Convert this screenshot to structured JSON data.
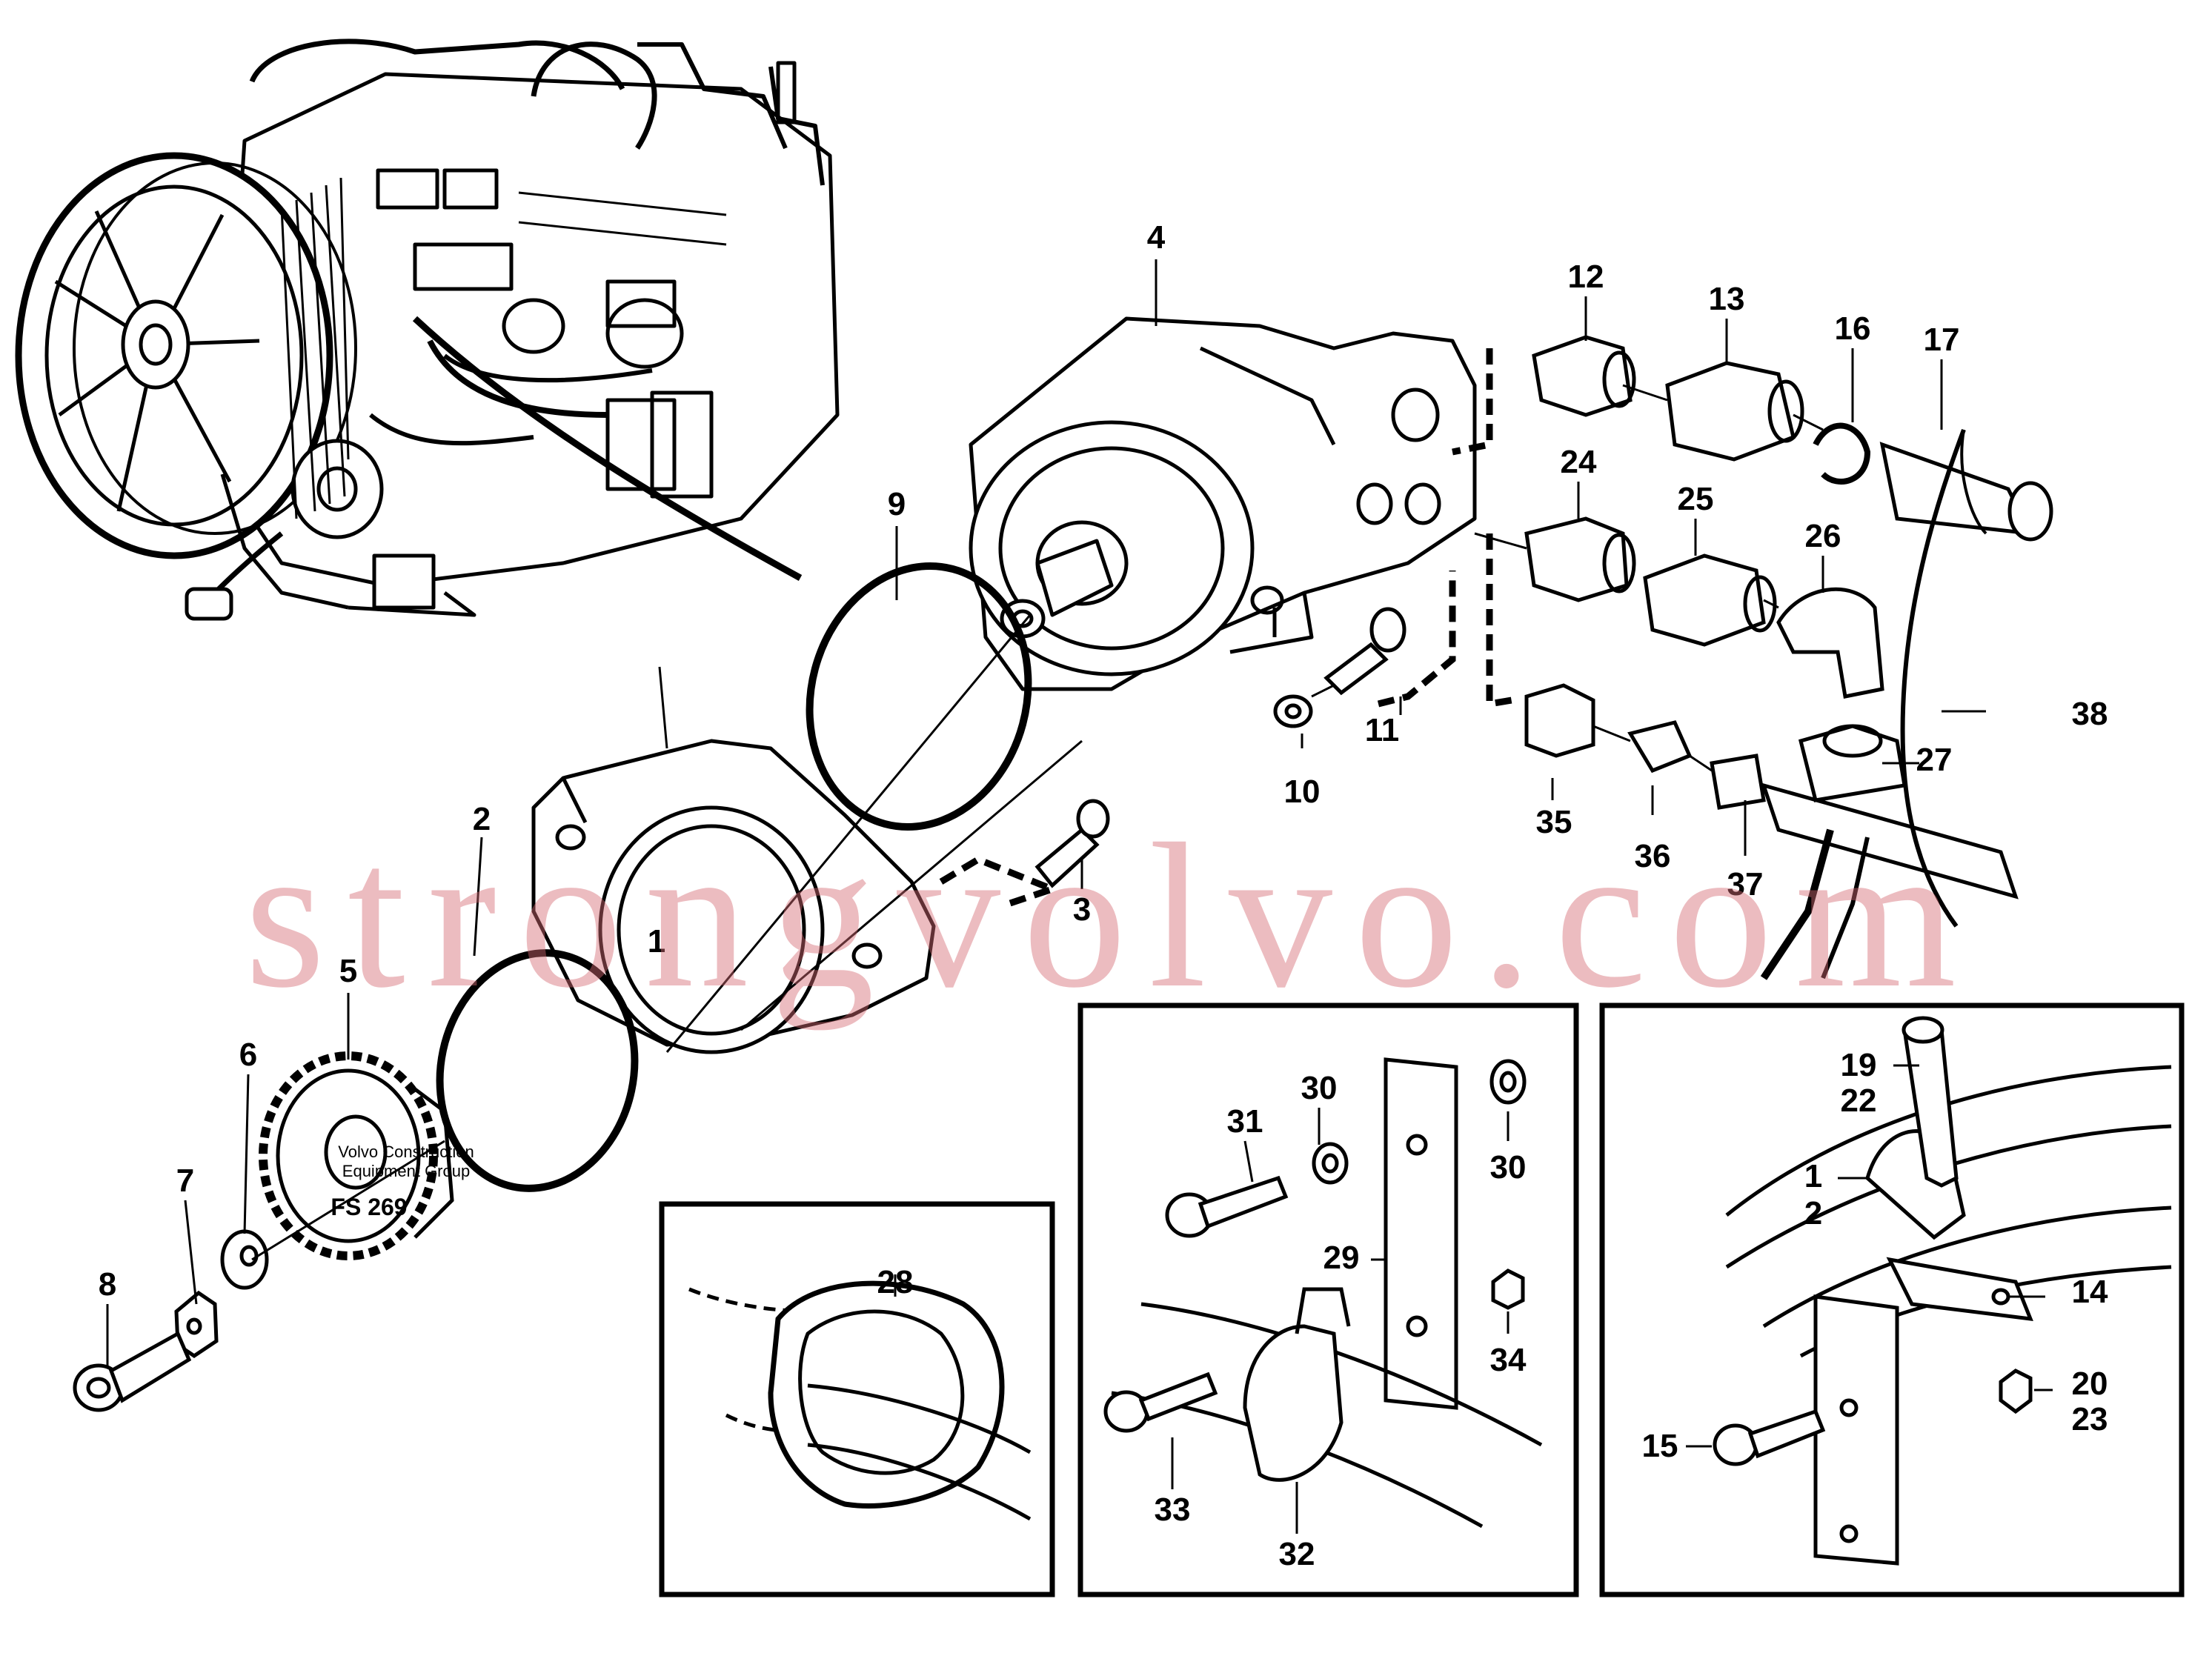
{
  "diagram": {
    "labels": [
      "1",
      "2",
      "3",
      "4",
      "5",
      "6",
      "7",
      "8",
      "9",
      "10",
      "11",
      "12",
      "13",
      "16",
      "17",
      "24",
      "25",
      "26",
      "27",
      "35",
      "36",
      "37",
      "38",
      "28",
      "29",
      "30",
      "30",
      "31",
      "32",
      "33",
      "34",
      "19",
      "22",
      "1",
      "2",
      "14",
      "15",
      "20",
      "23"
    ],
    "credit": {
      "line1": "Volvo Construction",
      "line2": "Equipment Group"
    },
    "figure_code": "FS 269",
    "watermark": "strongvolvo.com"
  },
  "colors": {
    "ink": "#000000",
    "watermark": "#d46a74",
    "background": "#ffffff"
  }
}
